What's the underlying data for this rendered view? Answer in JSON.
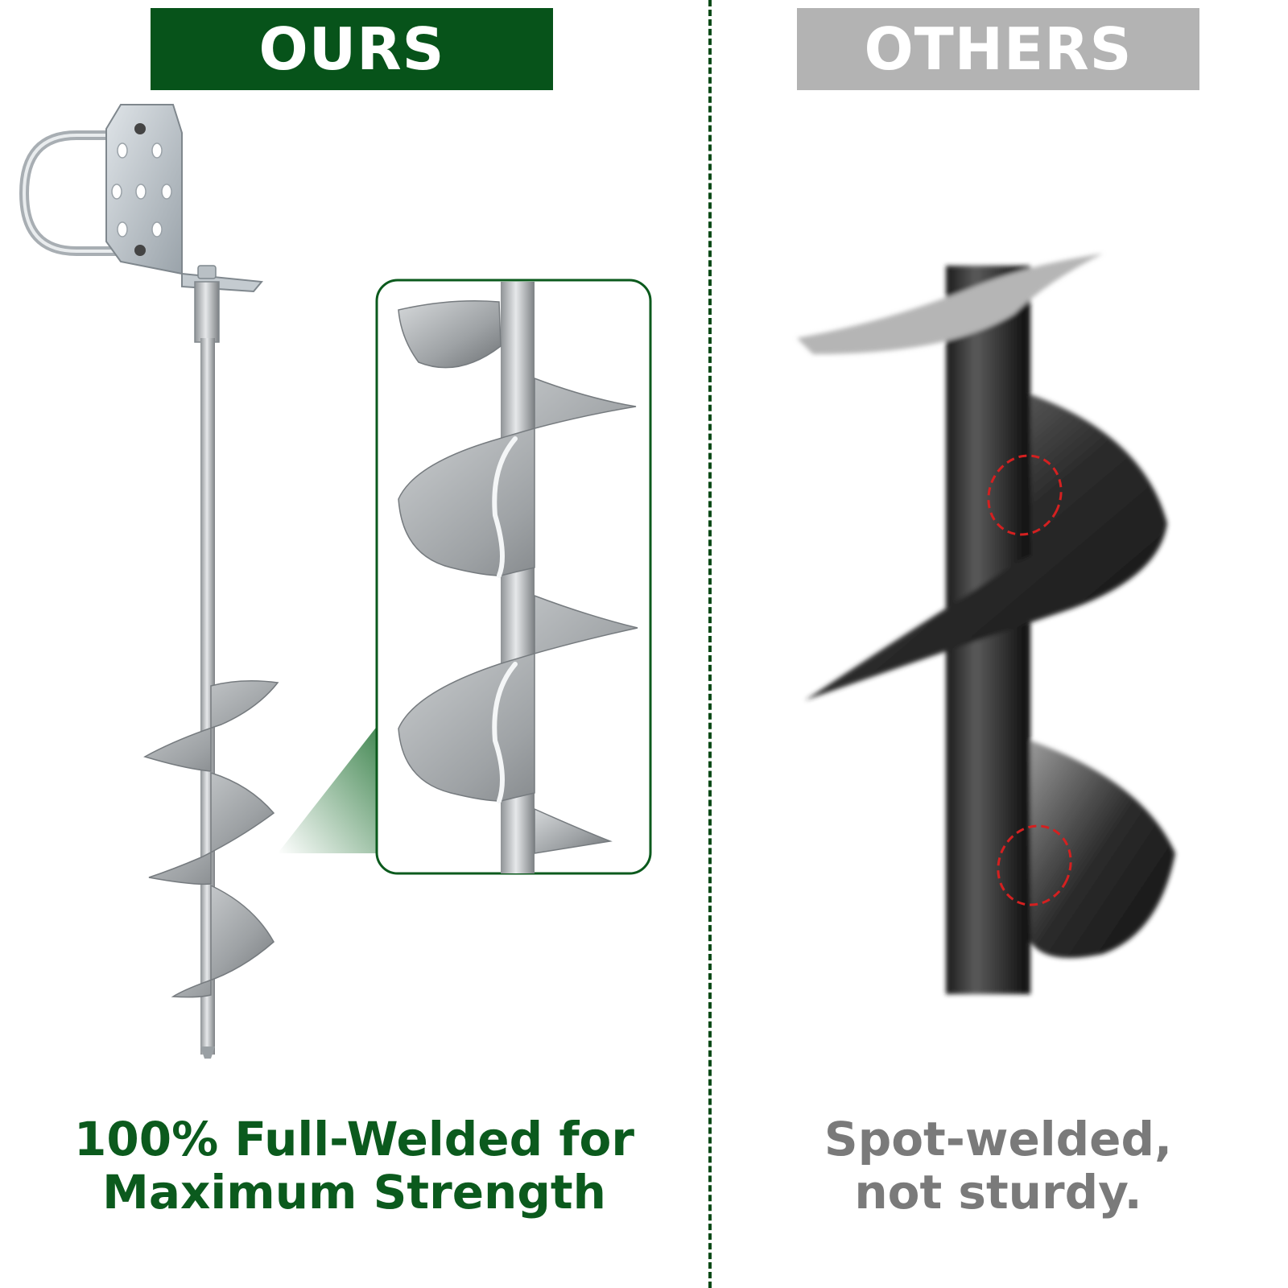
{
  "ours": {
    "label": "OURS",
    "caption_line1": "100% Full-Welded for",
    "caption_line2": "Maximum Strength"
  },
  "others": {
    "label": "OTHERS",
    "caption_line1": "Spot-welded,",
    "caption_line2": "not sturdy."
  },
  "colors": {
    "ours_green": "#07531a",
    "others_gray": "#b3b3b3",
    "weld_marker": "#d42020"
  }
}
